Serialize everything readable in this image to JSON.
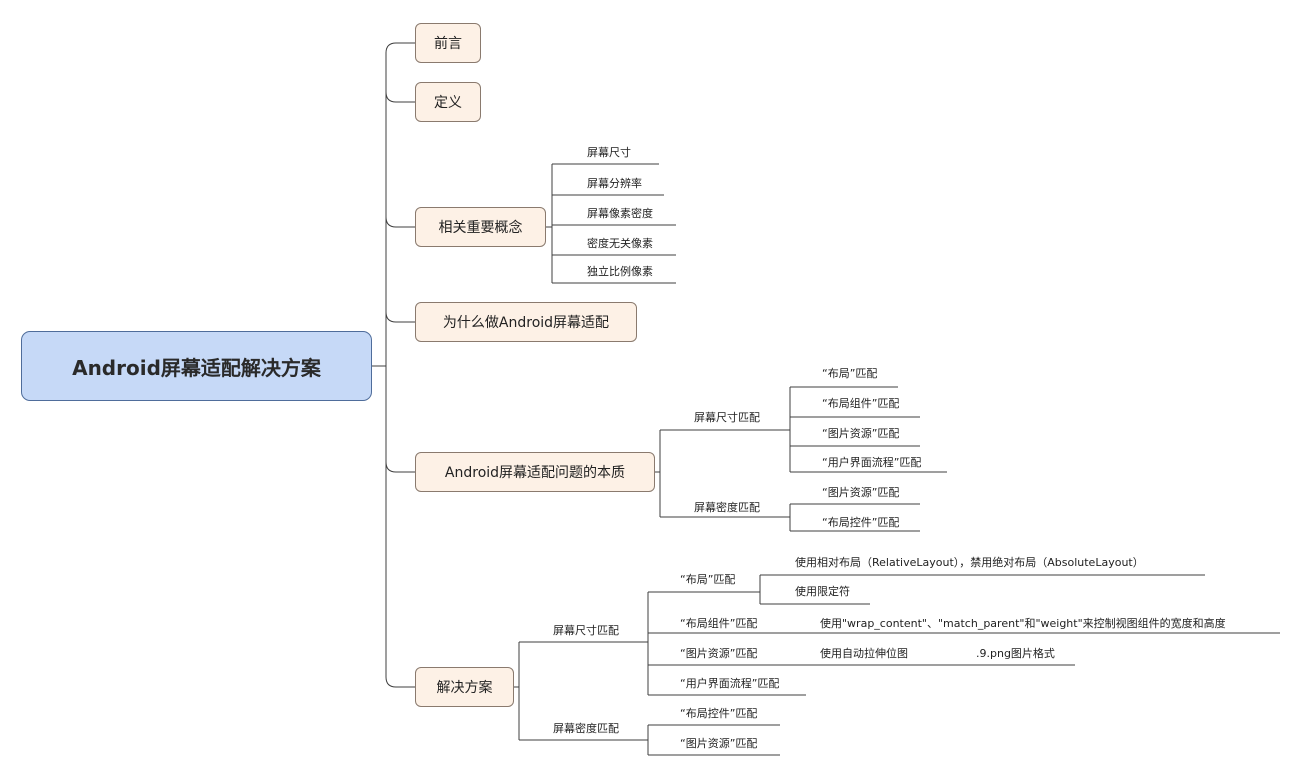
{
  "root": {
    "label": "Android屏幕适配解决方案"
  },
  "topics": {
    "preface": "前言",
    "definition": "定义",
    "concepts": {
      "label": "相关重要概念",
      "items": [
        "屏幕尺寸",
        "屏幕分辨率",
        "屏幕像素密度",
        "密度无关像素",
        "独立比例像素"
      ]
    },
    "why": "为什么做Android屏幕适配",
    "essence": {
      "label": "Android屏幕适配问题的本质",
      "size_match": {
        "label": "屏幕尺寸匹配",
        "items": [
          "“布局”匹配",
          "“布局组件”匹配",
          "“图片资源”匹配",
          "“用户界面流程”匹配"
        ]
      },
      "density_match": {
        "label": "屏幕密度匹配",
        "items": [
          "“图片资源”匹配",
          "“布局控件”匹配"
        ]
      }
    },
    "solution": {
      "label": "解决方案",
      "size_match": {
        "label": "屏幕尺寸匹配",
        "layout": {
          "label": "“布局”匹配",
          "items": [
            "使用相对布局（RelativeLayout），禁用绝对布局（AbsoluteLayout）",
            "使用限定符"
          ]
        },
        "layout_components": {
          "label": "“布局组件”匹配",
          "items": [
            "使用\"wrap_content\"、\"match_parent\"和\"weight\"来控制视图组件的宽度和高度"
          ]
        },
        "image_resources": {
          "label": "“图片资源”匹配",
          "item": "使用自动拉伸位图",
          "subitem": ".9.png图片格式"
        },
        "ui_flow": {
          "label": "“用户界面流程”匹配"
        }
      },
      "density_match": {
        "label": "屏幕密度匹配",
        "items": [
          "“布局控件”匹配",
          "“图片资源”匹配"
        ]
      }
    }
  }
}
